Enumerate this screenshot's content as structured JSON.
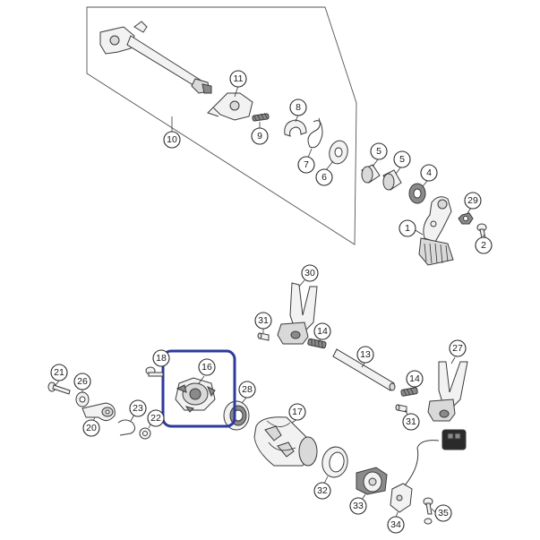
{
  "callouts": {
    "c1": "1",
    "c2": "2",
    "c4": "4",
    "c5a": "5",
    "c5b": "5",
    "c6": "6",
    "c7": "7",
    "c8": "8",
    "c9": "9",
    "c10": "10",
    "c11": "11",
    "c13": "13",
    "c14a": "14",
    "c14b": "14",
    "c16": "16",
    "c17": "17",
    "c18": "18",
    "c20": "20",
    "c21": "21",
    "c22": "22",
    "c23": "23",
    "c26": "26",
    "c27": "27",
    "c28": "28",
    "c29": "29",
    "c30": "30",
    "c31a": "31",
    "c31b": "31",
    "c32": "32",
    "c33": "33",
    "c34": "34",
    "c35": "35"
  },
  "colors": {
    "highlight": "#2e3a9e"
  }
}
